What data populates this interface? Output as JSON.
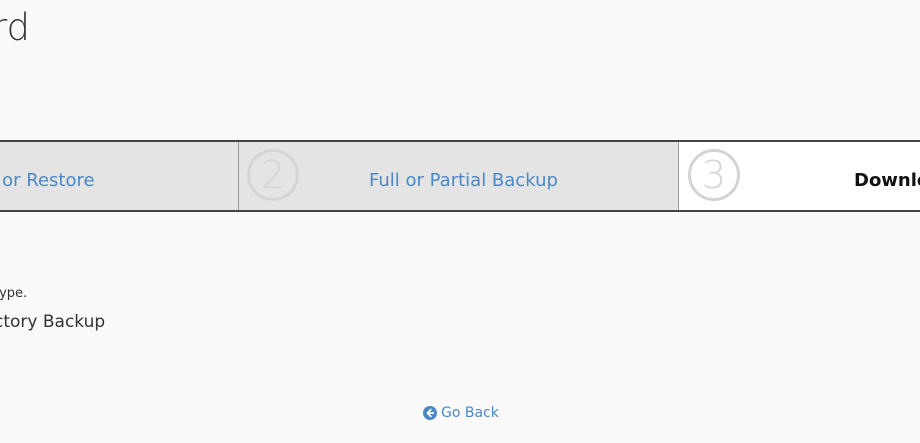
{
  "header": {
    "title": "rd"
  },
  "steps": [
    {
      "number": "",
      "label": "p or Restore"
    },
    {
      "number": "2",
      "label": "Full or Partial Backup"
    },
    {
      "number": "3",
      "label": "Downlo"
    }
  ],
  "content": {
    "instruction": "type.",
    "backup_type": "ctory Backup"
  },
  "footer": {
    "go_back_label": "Go Back",
    "go_back_icon": "arrow-circle-left-icon"
  },
  "colors": {
    "link": "#4a88c7",
    "step_bg": "#e4e4e4",
    "active_step_bg": "#ffffff",
    "page_bg": "#fafafa"
  }
}
